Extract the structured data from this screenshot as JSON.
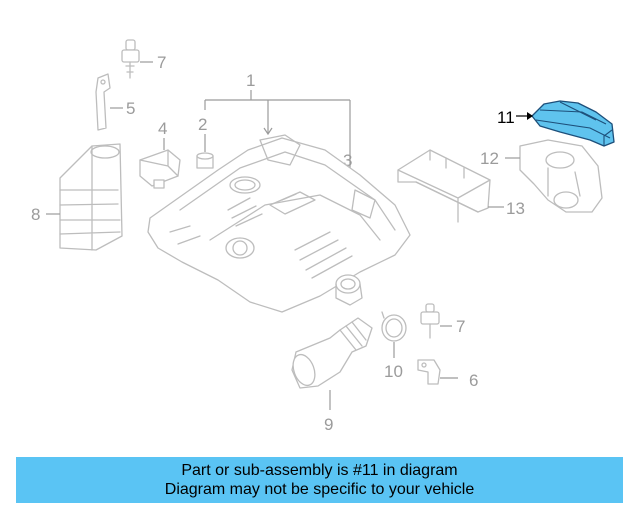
{
  "callouts": {
    "c1": "1",
    "c2": "2",
    "c3": "3",
    "c4": "4",
    "c5": "5",
    "c6": "6",
    "c7_top": "7",
    "c7_right": "7",
    "c8": "8",
    "c9": "9",
    "c10": "10",
    "c11": "11",
    "c12": "12",
    "c13": "13"
  },
  "highlighted_part": "11",
  "colors": {
    "highlight_fill": "#5fc3ee",
    "banner_bg": "#5ac4f4",
    "line_gray": "#bdbdbd"
  },
  "banner": {
    "line1": "Part or sub-assembly is #11 in diagram",
    "line2": "Diagram may not be specific to your vehicle"
  }
}
